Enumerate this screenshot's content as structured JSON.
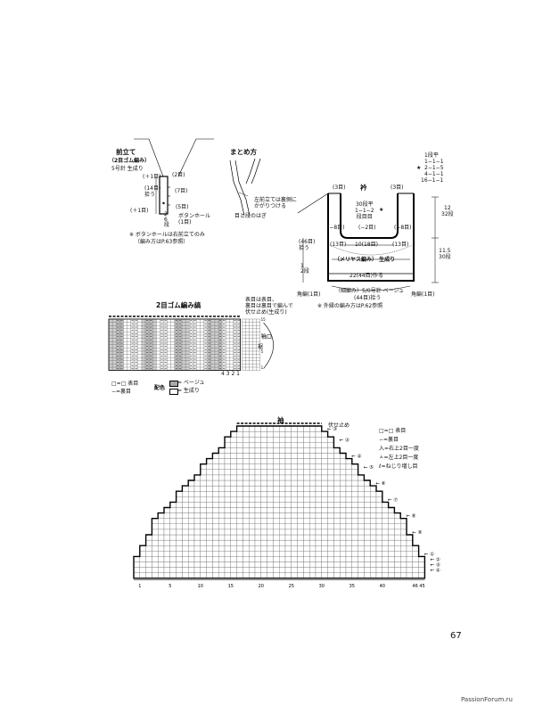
{
  "placket": {
    "title": "前立て",
    "subtitle": "（2目ゴム編み）",
    "needle": "5号針 生成り",
    "labels": {
      "p1": "(＋1目)",
      "p2": "(2目)",
      "rows": "(14目)\n拾う",
      "p7": "(7目)",
      "p5": "(5目)",
      "p1b": "(＋1目)",
      "rows2": "2\n6\n段",
      "buttonhole": "ボタンホール\n(1目)"
    },
    "note1": "※ ボタンホールは右前立てのみ",
    "note2": "（編み方はP.63参照）"
  },
  "finishing": {
    "title": "まとめ方",
    "note_a": "左前立ては裏側に\nかがりつける",
    "note_b": "目と段のはぎ"
  },
  "collar": {
    "title": "衿",
    "top_left": "(3目)",
    "top_right": "(3目)",
    "center_note": "30段平\n1−1−2\n段目目",
    "m8_left": "(−8目)",
    "m8_right": "(−8目)",
    "m2": "(−2目)",
    "s13_left": "(13目)",
    "s13_right": "(13目)",
    "center10": "10(18目)",
    "pick46": "(46目)\n拾う",
    "stitch": "（メリヤス編み） 生成り",
    "base": "22(44目)作る",
    "rib_left": "1\n2段",
    "corner_left": "角編(1目)",
    "corner_right": "角編(1目)",
    "ribbing": "（細編み）5/0号針 ベージュ",
    "pick44": "(44目)拾う",
    "note": "※ 外縁の編み方はP.62参照",
    "dim12": "12\n32段",
    "dim115": "11.5\n30段",
    "dec_table": [
      "1段平",
      "1−1−1",
      "2−1−5",
      "4−1−1",
      "16−1−1"
    ],
    "star_label": "★"
  },
  "rib_chart": {
    "title": "2目ゴム編み縞",
    "note1": "表目は表目、",
    "note2": "裏目は裏目で編んで",
    "note3": "伏せ止め(生成り)",
    "label_sode": "袖口",
    "label_suso": "裾",
    "bottom_nums": "4 3 2 1",
    "legend_knit": "□=□ 表目",
    "legend_purl": "−=裏目",
    "color_title": "配色",
    "color_beige": "= ベージュ",
    "color_natural": "= 生成り",
    "row_nums": [
      "15",
      "10",
      "5",
      "1"
    ]
  },
  "sleeve": {
    "title": "袖",
    "bindoff": "伏せ止め",
    "x_ticks": [
      "46 45",
      "40",
      "35",
      "30",
      "25",
      "20",
      "15",
      "10",
      "5",
      "1"
    ],
    "markers": [
      "③",
      "③",
      "④",
      "⑤",
      "⑥",
      "⑦",
      "⑧",
      "⑨",
      "①",
      "②",
      "③",
      "④"
    ],
    "legend": [
      "□=□ 表目",
      "−=裏目",
      "入=右上2目一度",
      "ㅅ=左上2目一度",
      "ℓ=ねじり増し目"
    ]
  },
  "page": {
    "number": "67",
    "watermark": "PassionForum.ru"
  }
}
